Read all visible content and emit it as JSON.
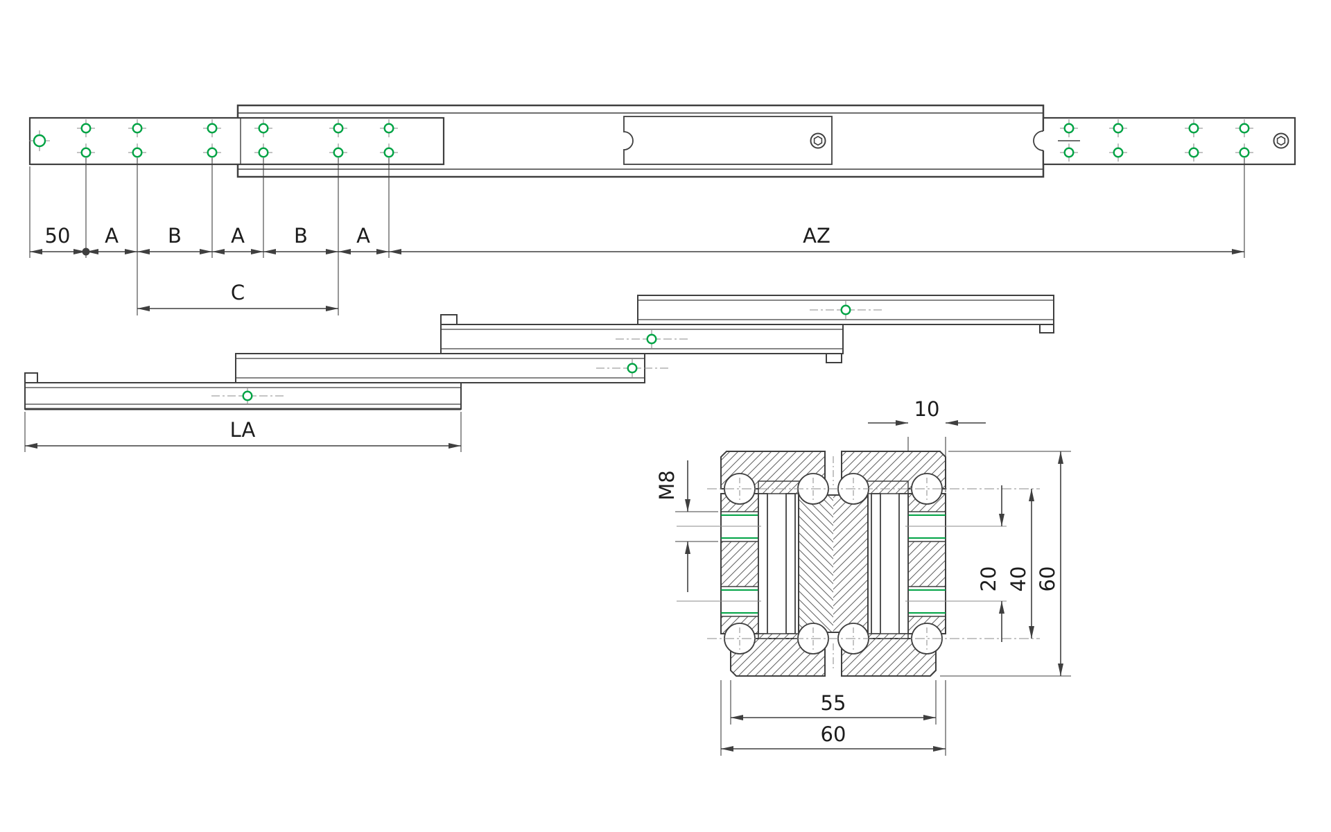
{
  "drawing": {
    "type": "technical-drawing",
    "subject": "telescopic slide rail - closed view, extended view and cross-section",
    "colors": {
      "line": "#3f3f3f",
      "thin_line": "#8a8a8a",
      "hatch": "#5f5f5f",
      "hole_green": "#00A344",
      "text": "#1c1c1c",
      "background": "#ffffff"
    },
    "top_view": {
      "dim_base": "50",
      "dim_a1": "A",
      "dim_b1": "B",
      "dim_a2": "A",
      "dim_b2": "B",
      "dim_a3": "A",
      "dim_travel": "AZ",
      "dim_c": "C"
    },
    "extended_view": {
      "dim_length": "LA"
    },
    "section_view": {
      "dim_offset": "10",
      "thread_label": "M8",
      "dim_hole_span": "20",
      "dim_ball_span": "40",
      "dim_height": "60",
      "dim_width_inner": "55",
      "dim_width_outer": "60"
    }
  }
}
